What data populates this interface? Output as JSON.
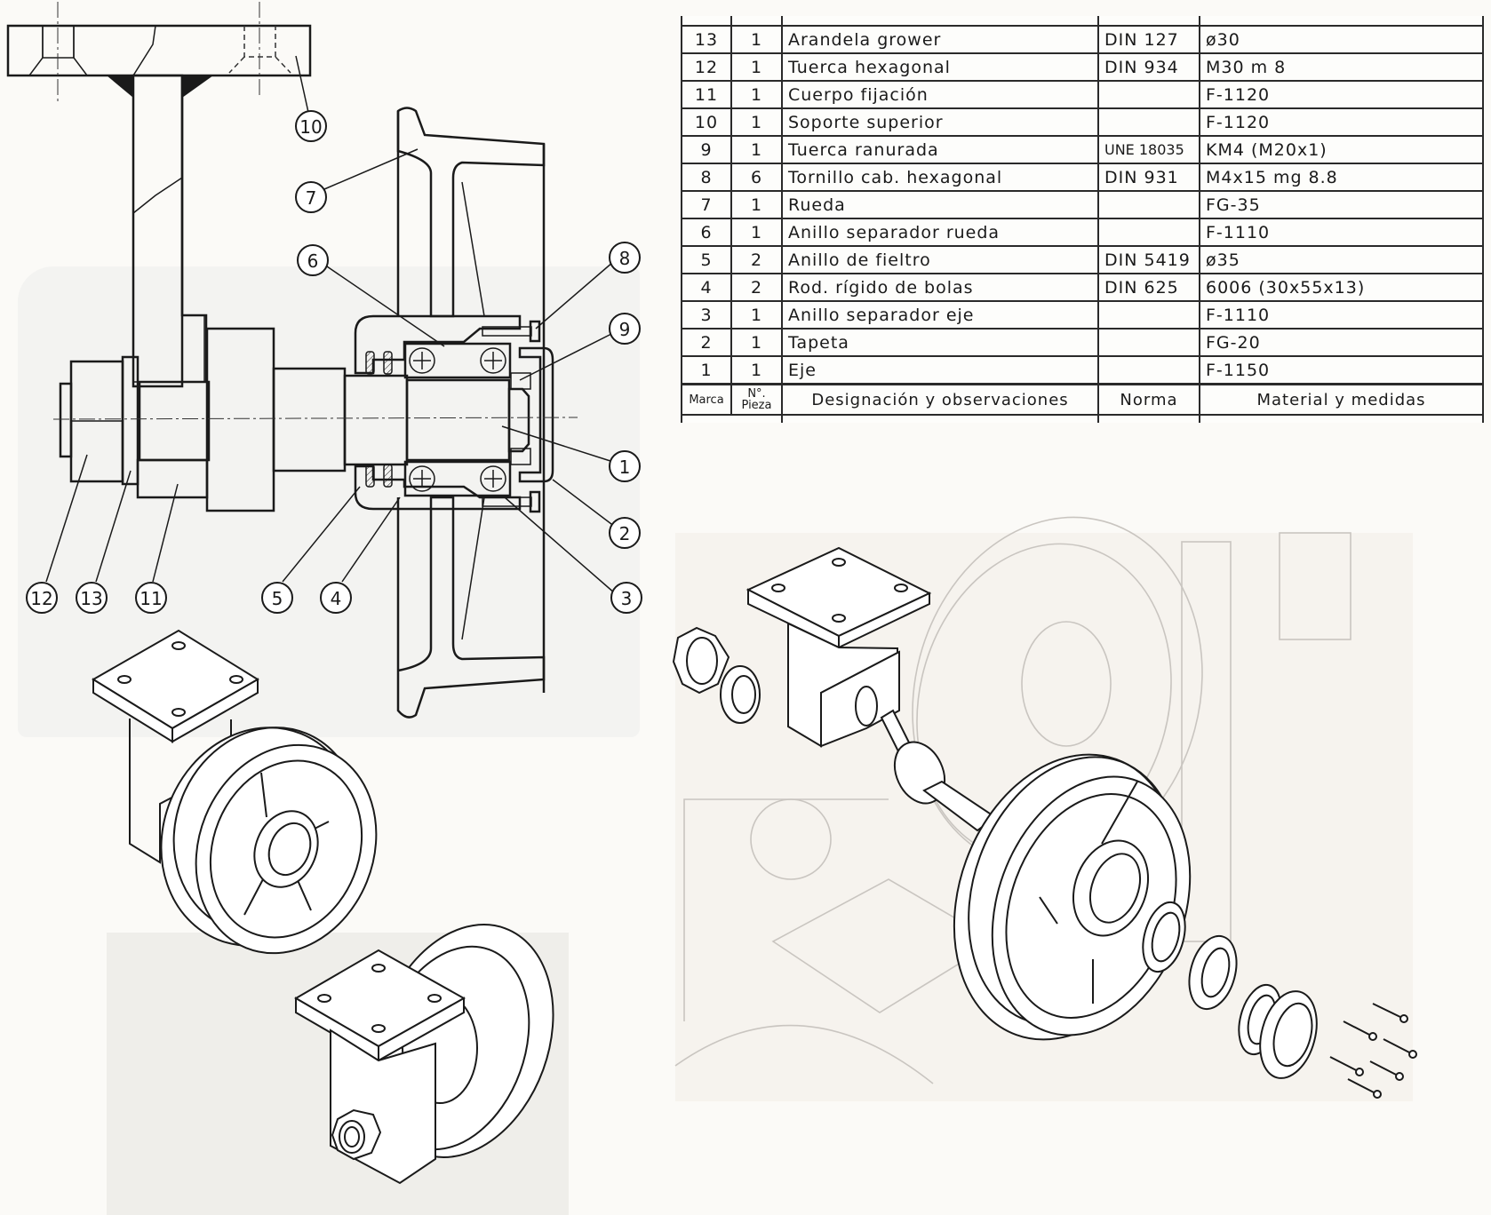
{
  "parts_list": {
    "columns": {
      "mark": "Marca",
      "qty": "N°. Pieza",
      "description": "Designación y observaciones",
      "standard": "Norma",
      "material": "Material y medidas"
    },
    "rows": [
      {
        "mark": "13",
        "qty": "1",
        "description": "Arandela grower",
        "standard": "DIN 127",
        "material": "ø30"
      },
      {
        "mark": "12",
        "qty": "1",
        "description": "Tuerca hexagonal",
        "standard": "DIN 934",
        "material": "M30 m 8"
      },
      {
        "mark": "11",
        "qty": "1",
        "description": "Cuerpo fijación",
        "standard": "",
        "material": "F-1120"
      },
      {
        "mark": "10",
        "qty": "1",
        "description": "Soporte superior",
        "standard": "",
        "material": "F-1120"
      },
      {
        "mark": "9",
        "qty": "1",
        "description": "Tuerca ranurada",
        "standard": "UNE 18035",
        "material": "KM4 (M20x1)"
      },
      {
        "mark": "8",
        "qty": "6",
        "description": "Tornillo cab. hexagonal",
        "standard": "DIN 931",
        "material": "M4x15 mg 8.8"
      },
      {
        "mark": "7",
        "qty": "1",
        "description": "Rueda",
        "standard": "",
        "material": "FG-35"
      },
      {
        "mark": "6",
        "qty": "1",
        "description": "Anillo separador rueda",
        "standard": "",
        "material": "F-1110"
      },
      {
        "mark": "5",
        "qty": "2",
        "description": "Anillo de fieltro",
        "standard": "DIN 5419",
        "material": "ø35"
      },
      {
        "mark": "4",
        "qty": "2",
        "description": "Rod. rígido de bolas",
        "standard": "DIN 625",
        "material": "6006 (30x55x13)"
      },
      {
        "mark": "3",
        "qty": "1",
        "description": "Anillo separador eje",
        "standard": "",
        "material": "F-1110"
      },
      {
        "mark": "2",
        "qty": "1",
        "description": "Tapeta",
        "standard": "",
        "material": "FG-20"
      },
      {
        "mark": "1",
        "qty": "1",
        "description": "Eje",
        "standard": "",
        "material": "F-1150"
      }
    ],
    "qty_header_line1": "N°.",
    "qty_header_line2": "Pieza"
  },
  "section_view": {
    "balloons": [
      "10",
      "7",
      "6",
      "8",
      "9",
      "1",
      "2",
      "3",
      "12",
      "13",
      "11",
      "5",
      "4"
    ]
  },
  "views": {
    "section": "Sectional assembly view",
    "iso_assembled_1": "Isometric assembled view (wheel side)",
    "iso_assembled_2": "Isometric assembled view (nut side)",
    "iso_exploded": "Exploded isometric view"
  }
}
